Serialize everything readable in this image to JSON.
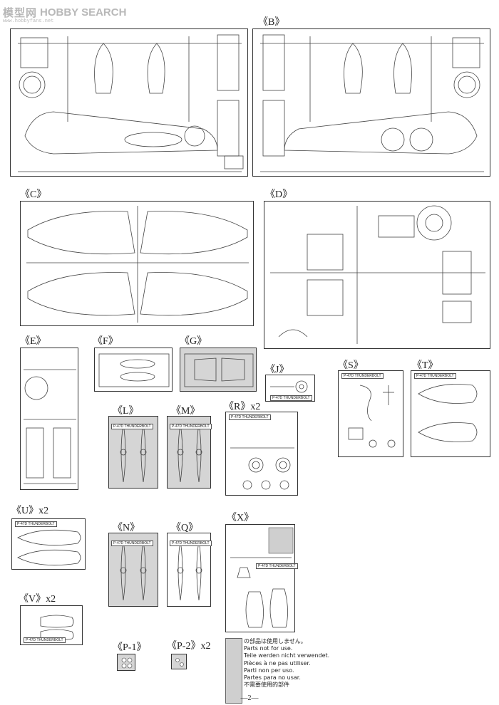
{
  "logo": {
    "cn": "模型网",
    "en": "HOBBY SEARCH",
    "url": "www.hobbyfans.net"
  },
  "labels": {
    "B": "《B》",
    "C": "《C》",
    "D": "《D》",
    "E": "《E》",
    "F": "《F》",
    "G": "《G》",
    "J": "《J》",
    "S": "《S》",
    "T": "《T》",
    "L": "《L》",
    "M": "《M》",
    "R": "《R》x2",
    "U": "《U》x2",
    "N": "《N》",
    "Q": "《Q》",
    "X": "《X》",
    "V": "《V》x2",
    "P1": "《P-1》",
    "P2": "《P-2》x2"
  },
  "tags": {
    "kit": "P-47D THUNDERBOLT"
  },
  "note_lines": [
    "の部品は使用しません。",
    "Parts not for use.",
    "Teile werden nicht verwendet.",
    "Pièces à ne pas utiliser.",
    "Parti non per uso.",
    "Partes para no usar.",
    "不需要使用的部件"
  ],
  "page_number": "—2—",
  "colors": {
    "gray_sprue": "#d5d5d5",
    "line": "#333333"
  }
}
